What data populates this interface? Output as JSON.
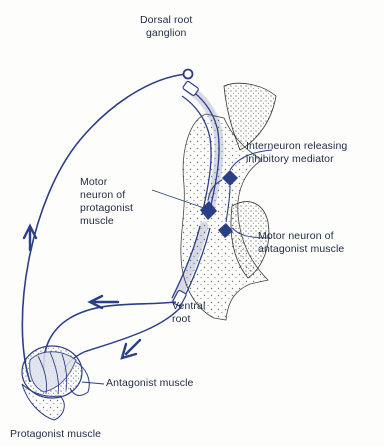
{
  "labels": {
    "dorsal_root_ganglion": [
      "Dorsal root",
      "ganglion"
    ],
    "interneuron": [
      "Interneuron releasing",
      "inhibitory mediator"
    ],
    "motor_neuron_protagonist": [
      "Motor",
      "neuron of",
      "protagonist",
      "muscle"
    ],
    "motor_neuron_antagonist": [
      "Motor neuron of",
      "antagonist muscle"
    ],
    "ventral_root": [
      "Ventral",
      "root"
    ],
    "antagonist_muscle": "Antagonist muscle",
    "protagonist_muscle": "Protagonist muscle"
  },
  "colors": {
    "ink": "#2b3f86",
    "stipple": "#6b6b6b",
    "text": "#1f2a44"
  },
  "icons": {
    "ganglion": "ganglion-circle-icon",
    "arrows": "flow-arrow-icon"
  }
}
